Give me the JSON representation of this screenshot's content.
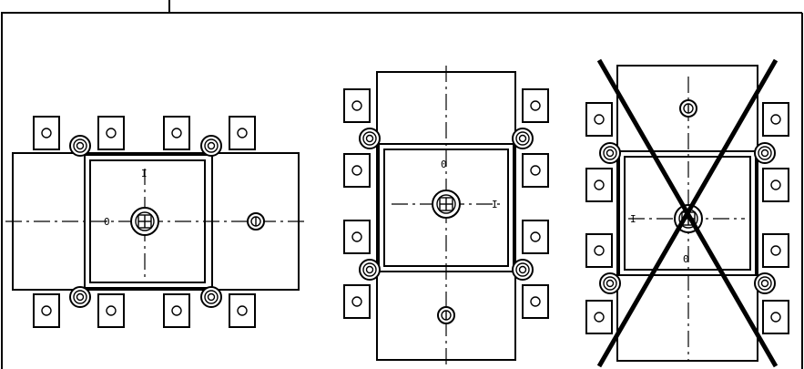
{
  "drawings": [
    {
      "name": "view-horizontal",
      "position_marks": {
        "on": "I",
        "off": "0"
      }
    },
    {
      "name": "view-vertical",
      "position_marks": {
        "on": "I",
        "off": "0"
      }
    },
    {
      "name": "view-rejected",
      "position_marks": {
        "on": "I",
        "off": "0"
      }
    }
  ],
  "colors": {
    "line": "#000000",
    "background": "#ffffff"
  }
}
